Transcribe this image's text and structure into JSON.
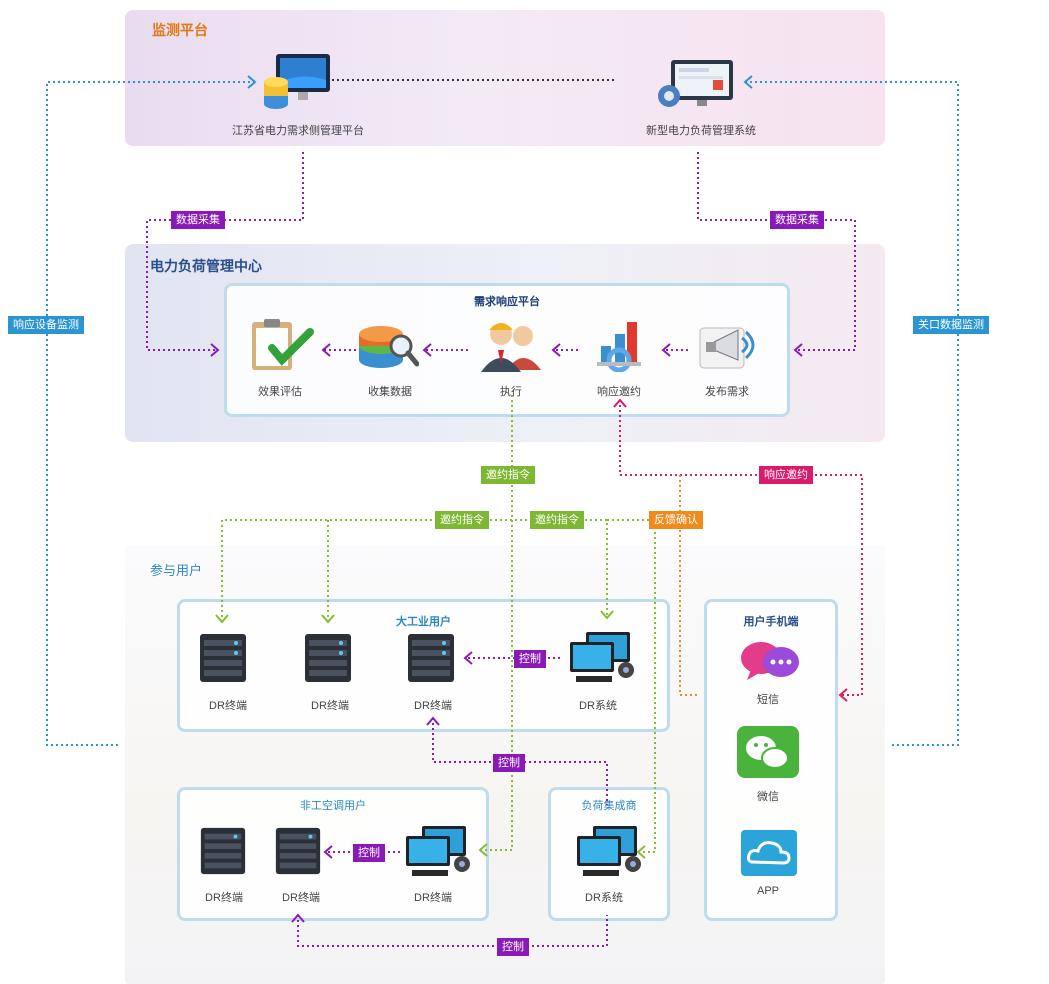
{
  "monitor": {
    "title": "监测平台",
    "node_left": "江苏省电力需求侧管理平台",
    "node_right": "新型电力负荷管理系统"
  },
  "center": {
    "title": "电力负荷管理中心",
    "platform_title": "需求响应平台",
    "steps": [
      "效果评估",
      "收集数据",
      "执行",
      "响应邀约",
      "发布需求"
    ]
  },
  "users": {
    "title": "参与用户",
    "big_industry": {
      "title": "大工业用户",
      "nodes": [
        "DR终端",
        "DR终端",
        "DR终端",
        "DR系统"
      ]
    },
    "non_industry": {
      "title": "非工空调用户",
      "nodes": [
        "DR终端",
        "DR终端",
        "DR终端"
      ]
    },
    "aggregator": {
      "title": "负荷集成商",
      "node": "DR系统"
    },
    "mobile": {
      "title": "用户手机端",
      "items": [
        "短信",
        "微信",
        "APP"
      ]
    }
  },
  "tags": {
    "data_collect": "数据采集",
    "response_monitor": "响应设备监测",
    "gateway_monitor": "关口数据监测",
    "invite_cmd": "邀约指令",
    "control": "控制",
    "feedback": "反馈确认",
    "response_invite": "响应邀约"
  },
  "colors": {
    "purple": "#8a1ab8",
    "green": "#7cb832",
    "blue": "#2b95d2",
    "orange": "#f08a1c",
    "pink": "#d81b6a",
    "monitor_title": "#e07a1a",
    "section_title": "#2a4f8a"
  }
}
